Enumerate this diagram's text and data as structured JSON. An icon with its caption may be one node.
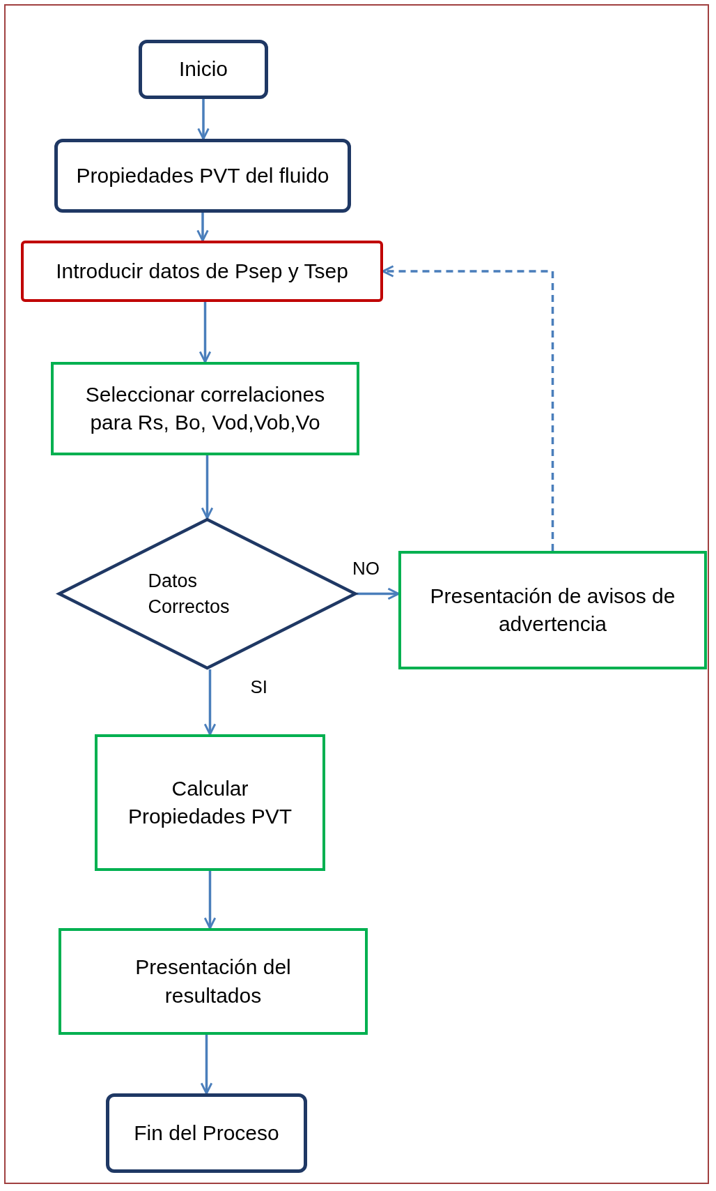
{
  "diagram": {
    "nodes": [
      {
        "text": [
          "Inicio"
        ]
      },
      {
        "text": [
          "Propiedades PVT del fluido"
        ]
      },
      {
        "text": [
          "Introducir datos de Psep y Tsep"
        ]
      },
      {
        "text": [
          "Seleccionar correlaciones para Rs, Bo, Vod,Vob,Vo"
        ]
      },
      {
        "text": [
          "Datos Correctos"
        ]
      },
      {
        "text": [
          "Presentación de avisos de advertencia"
        ]
      },
      {
        "text": [
          "Calcular Propiedades PVT"
        ]
      },
      {
        "text": [
          "Presentación del resultados"
        ]
      },
      {
        "text": [
          "Fin del Proceso"
        ]
      }
    ],
    "edges": [
      {
        "from": 0,
        "to": 1,
        "arrow": "to"
      },
      {
        "from": 1,
        "to": 2,
        "arrow": "to"
      },
      {
        "from": 2,
        "to": 3,
        "arrow": "to"
      },
      {
        "from": 3,
        "to": 4,
        "arrow": "to"
      },
      {
        "from": 4,
        "to": 5,
        "arrow": "to",
        "label": "NO"
      },
      {
        "from": 5,
        "to": 2,
        "arrow": "to",
        "style": "dashed"
      },
      {
        "from": 4,
        "to": 6,
        "arrow": "to",
        "label": "SI"
      },
      {
        "from": 6,
        "to": 7,
        "arrow": "to"
      },
      {
        "from": 7,
        "to": 8,
        "arrow": "to"
      }
    ]
  }
}
